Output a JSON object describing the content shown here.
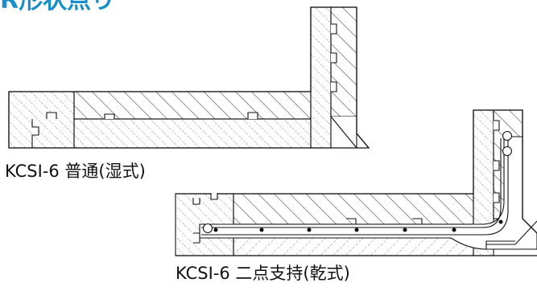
{
  "heading": "R形状点り",
  "diagrams": [
    {
      "caption": "KCSI-6 普通(湿式)"
    },
    {
      "caption": "KCSI-6 二点支持(乾式)"
    }
  ],
  "colors": {
    "heading": "#1a8fc9",
    "line": "#111111",
    "background": "#ffffff"
  }
}
